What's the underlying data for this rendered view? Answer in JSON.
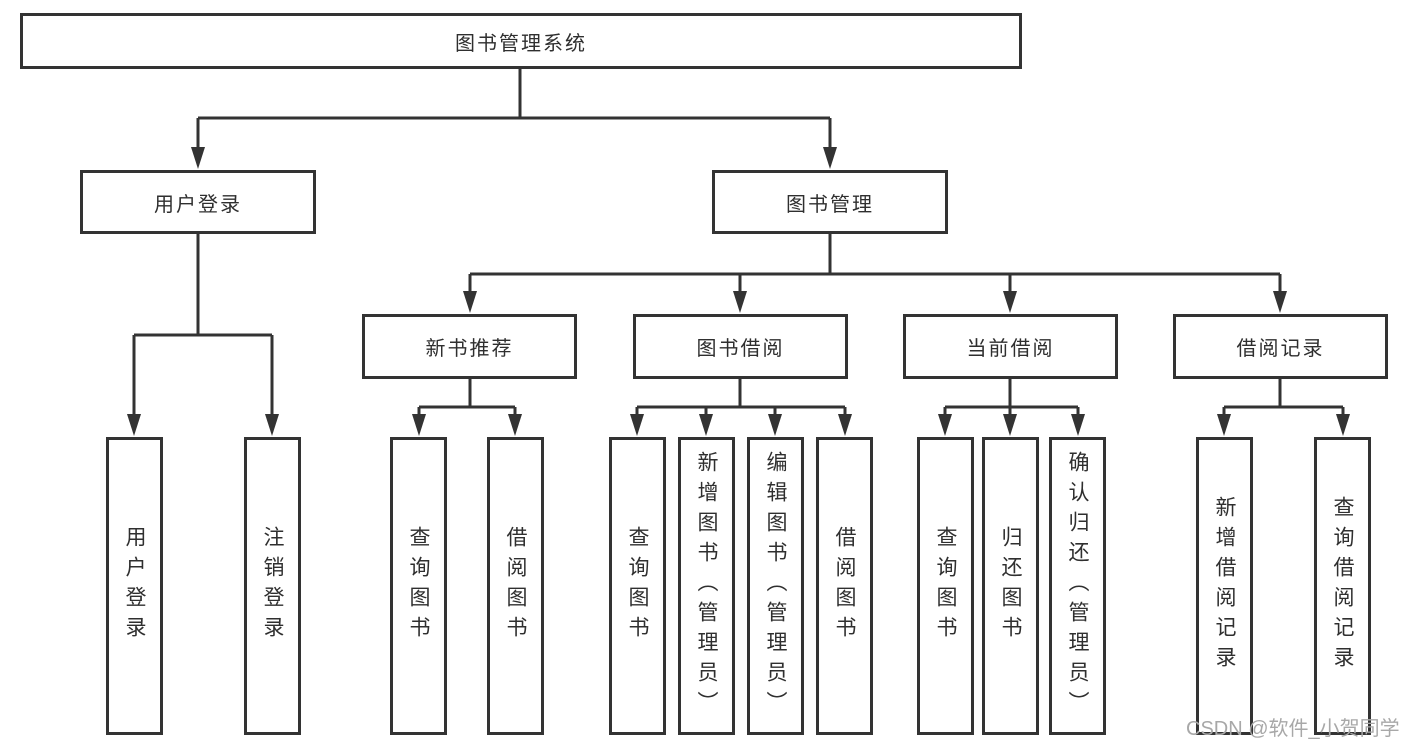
{
  "tree": {
    "root": {
      "label": "图书管理系统"
    },
    "branches": [
      {
        "label": "用户登录",
        "children": [
          {
            "label": "用户登录"
          },
          {
            "label": "注销登录"
          }
        ]
      },
      {
        "label": "图书管理",
        "children": [
          {
            "label": "新书推荐",
            "children": [
              {
                "label": "查询图书"
              },
              {
                "label": "借阅图书"
              }
            ]
          },
          {
            "label": "图书借阅",
            "children": [
              {
                "label": "查询图书"
              },
              {
                "label": "新增图书（管理员）"
              },
              {
                "label": "编辑图书（管理员）"
              },
              {
                "label": "借阅图书"
              }
            ]
          },
          {
            "label": "当前借阅",
            "children": [
              {
                "label": "查询图书"
              },
              {
                "label": "归还图书"
              },
              {
                "label": "确认归还（管理员）"
              }
            ]
          },
          {
            "label": "借阅记录",
            "children": [
              {
                "label": "新增借阅记录"
              },
              {
                "label": "查询借阅记录"
              }
            ]
          }
        ]
      }
    ]
  },
  "watermark": {
    "text": "CSDN @软件_小贺同学"
  },
  "colors": {
    "line": "#333333",
    "text": "#2f2f2f",
    "box_background": "#ffffff",
    "watermark": "#a8a8a8",
    "page_background": "#ffffff"
  }
}
